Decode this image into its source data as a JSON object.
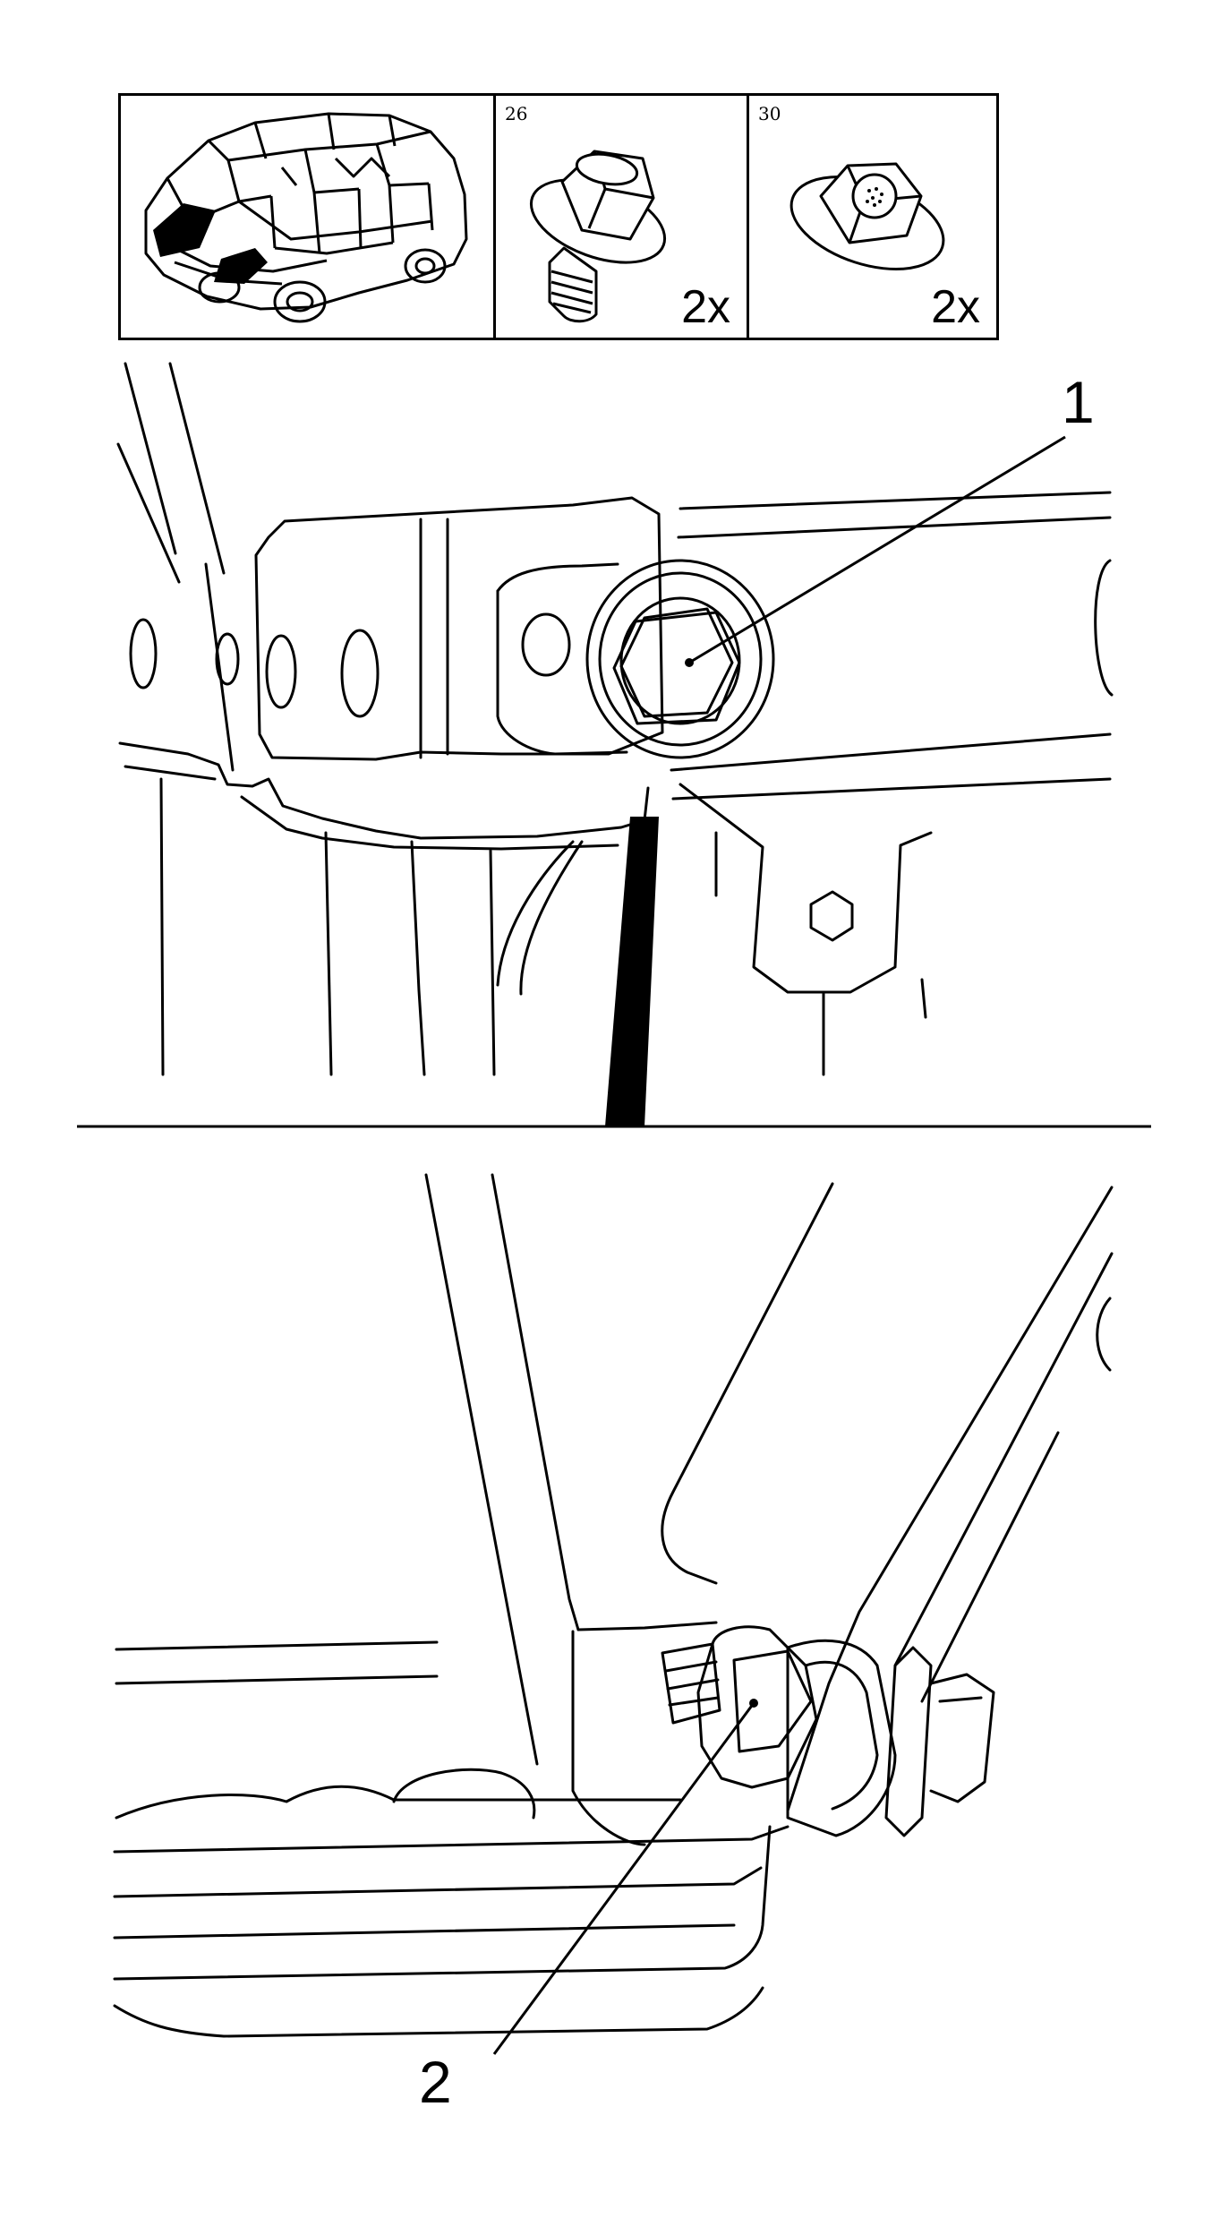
{
  "parts_header": {
    "bolt": {
      "part_number": "26",
      "quantity": "2x"
    },
    "nut": {
      "part_number": "30",
      "quantity": "2x"
    }
  },
  "callouts": {
    "bolt_label": "1",
    "nut_label": "2"
  },
  "colors": {
    "ink": "#000000",
    "paper": "#ffffff",
    "highlight": "#000000"
  }
}
